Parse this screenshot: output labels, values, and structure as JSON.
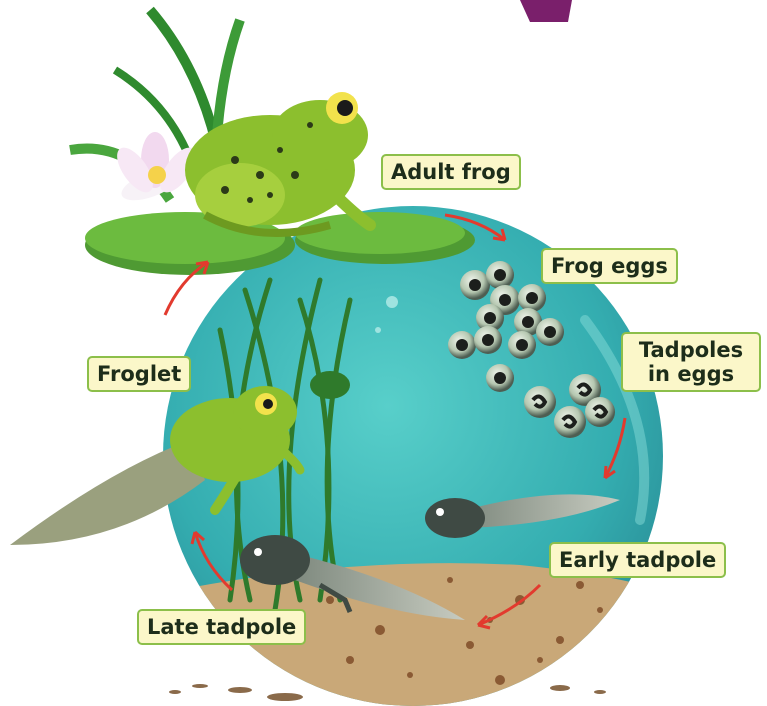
{
  "diagram": {
    "stages": {
      "adult_frog": "Adult frog",
      "frog_eggs": "Frog eggs",
      "tadpoles_in_eggs_line1": "Tadpoles",
      "tadpoles_in_eggs_line2": "in eggs",
      "early_tadpole": "Early tadpole",
      "late_tadpole": "Late tadpole",
      "froglet": "Froglet"
    },
    "colors": {
      "water": "#3bb6b4",
      "lily_pad": "#5fa83a",
      "frog": "#8cbf2e",
      "arrow": "#e23a2e",
      "label_bg": "#fbf7c9",
      "title_accent": "#7a1f6b"
    }
  }
}
